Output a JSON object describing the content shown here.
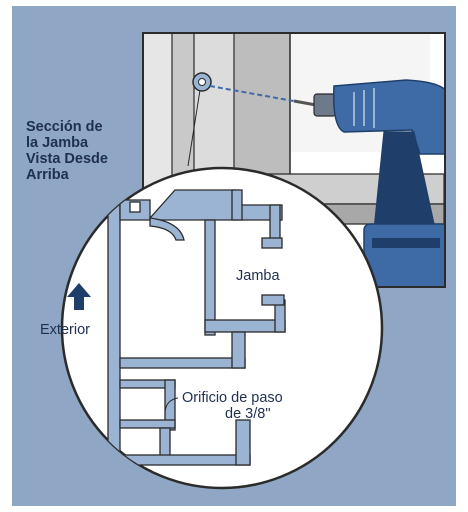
{
  "section_title": "Sección de\nla Jamba\nVista Desde\nArriba",
  "labels": {
    "jamba": "Jamba",
    "exterior": "Exterior",
    "hole_line1": "Orificio de paso",
    "hole_line2": "de 3/8\""
  },
  "colors": {
    "background": "#8fa6c4",
    "profile": "#9cb4d4",
    "outline": "#2b2b2b",
    "text": "#1f2f4f",
    "drill_blue": "#3e6aa6",
    "drill_dark": "#1f3f6a"
  }
}
